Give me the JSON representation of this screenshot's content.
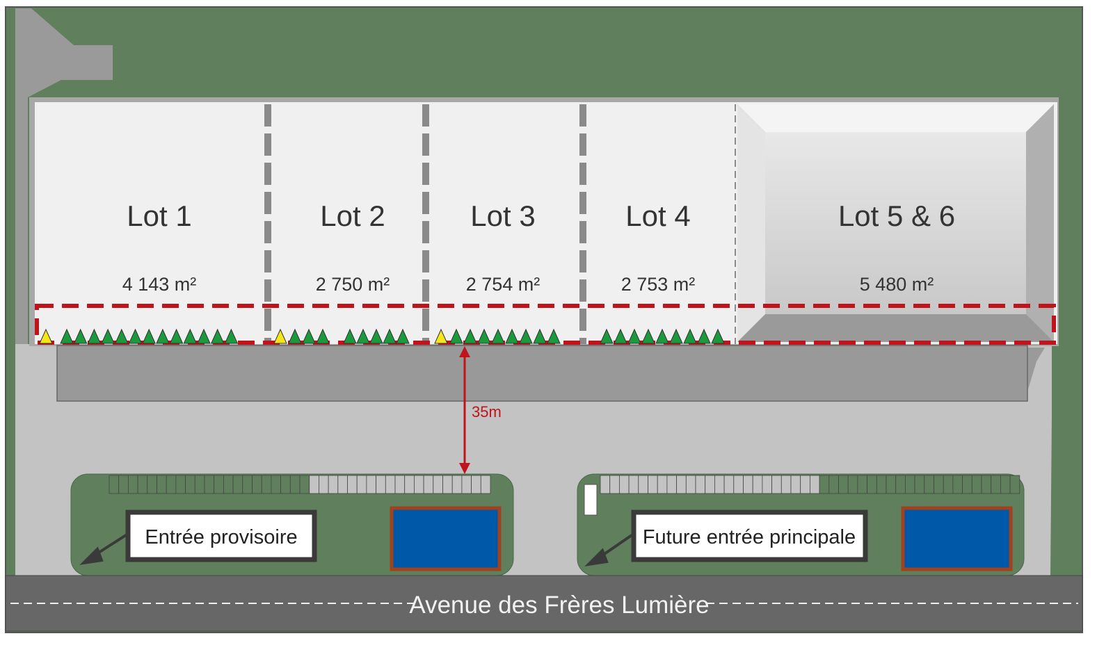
{
  "lots": [
    {
      "title": "Lot 1",
      "area": "4 143 m²"
    },
    {
      "title": "Lot 2",
      "area": "2 750 m²"
    },
    {
      "title": "Lot 3",
      "area": "2 754 m²"
    },
    {
      "title": "Lot 4",
      "area": "2 753 m²"
    },
    {
      "title": "Lot 5 & 6",
      "area": "5 480 m²"
    }
  ],
  "distance_label": "35m",
  "entrances": {
    "temporary": "Entrée provisoire",
    "future_main": "Future entrée principale"
  },
  "street_name": "Avenue des Frères Lumière",
  "colors": {
    "grass": "#607f5c",
    "building": "#f0f0f0",
    "parking": "#c3c3c3",
    "road": "#676767",
    "boundary": "#c0141c",
    "tree": "#1a9a3c",
    "tree_highlight": "#f5e61a",
    "basin": "#0059a8"
  }
}
